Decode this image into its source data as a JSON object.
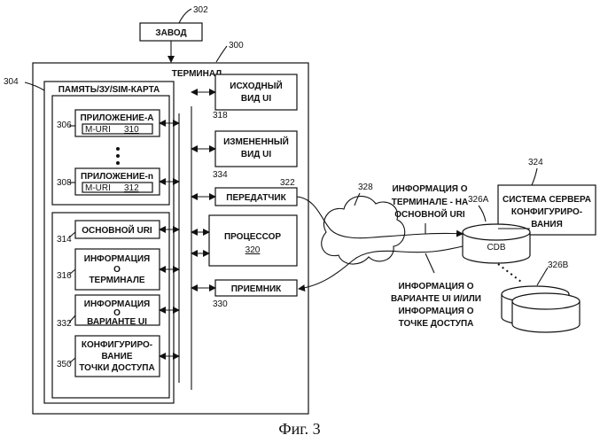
{
  "figure": {
    "caption": "Фиг. 3"
  },
  "factory": {
    "label": "ЗАВОД",
    "ref": "302"
  },
  "terminal": {
    "label": "ТЕРМИНАЛ",
    "ref": "300"
  },
  "memory": {
    "label": "ПАМЯТЬ/ЗУ/SIM-КАРТА",
    "ref": "304"
  },
  "apps": [
    {
      "name": "ПРИЛОЖЕНИЕ-А",
      "muri_prefix": "M-URI",
      "muri_ref": "310",
      "ref": "306"
    },
    {
      "name": "ПРИЛОЖЕНИЕ-n",
      "muri_prefix": "M-URI",
      "muri_ref": "312",
      "ref": "308"
    }
  ],
  "memory_items": [
    {
      "lines": [
        "ОСНОВНОЙ URI"
      ],
      "ref": "314"
    },
    {
      "lines": [
        "ИНФОРМАЦИЯ",
        "О",
        "ТЕРМИНАЛЕ"
      ],
      "ref": "316"
    },
    {
      "lines": [
        "ИНФОРМАЦИЯ",
        "О",
        "ВАРИАНТЕ UI"
      ],
      "ref": "332"
    },
    {
      "lines": [
        "КОНФИГУРИРО-",
        "ВАНИЕ",
        "ТОЧКИ ДОСТУПА"
      ],
      "ref": "350"
    }
  ],
  "right_blocks": {
    "original_ui": {
      "lines": [
        "ИСХОДНЫЙ",
        "ВИД UI"
      ],
      "ref": "318"
    },
    "modified_ui": {
      "lines": [
        "ИЗМЕНЕННЫЙ",
        "ВИД UI"
      ],
      "ref": "334"
    },
    "transmitter": {
      "label": "ПЕРЕДАТЧИК",
      "ref": "322"
    },
    "processor": {
      "label": "ПРОЦЕССОР",
      "ref": "320"
    },
    "receiver": {
      "label": "ПРИЕМНИК",
      "ref": "330"
    }
  },
  "network": {
    "ref": "328"
  },
  "server": {
    "lines": [
      "СИСТЕМА СЕРВЕРА",
      "КОНФИГУРИРО-",
      "ВАНИЯ"
    ],
    "ref": "324"
  },
  "db_a": {
    "label": "CDB",
    "ref": "326A"
  },
  "db_b": {
    "ref": "326B"
  },
  "annotations": {
    "upper": [
      "ИНФОРМАЦИЯ О",
      "ТЕРМИНАЛЕ - НА",
      "ОСНОВНОЙ URI"
    ],
    "lower": [
      "ИНФОРМАЦИЯ О",
      "ВАРИАНТЕ UI И/ИЛИ",
      "ИНФОРМАЦИЯ О",
      "ТОЧКЕ ДОСТУПА"
    ]
  },
  "ellipsis": "•\n•\n•"
}
